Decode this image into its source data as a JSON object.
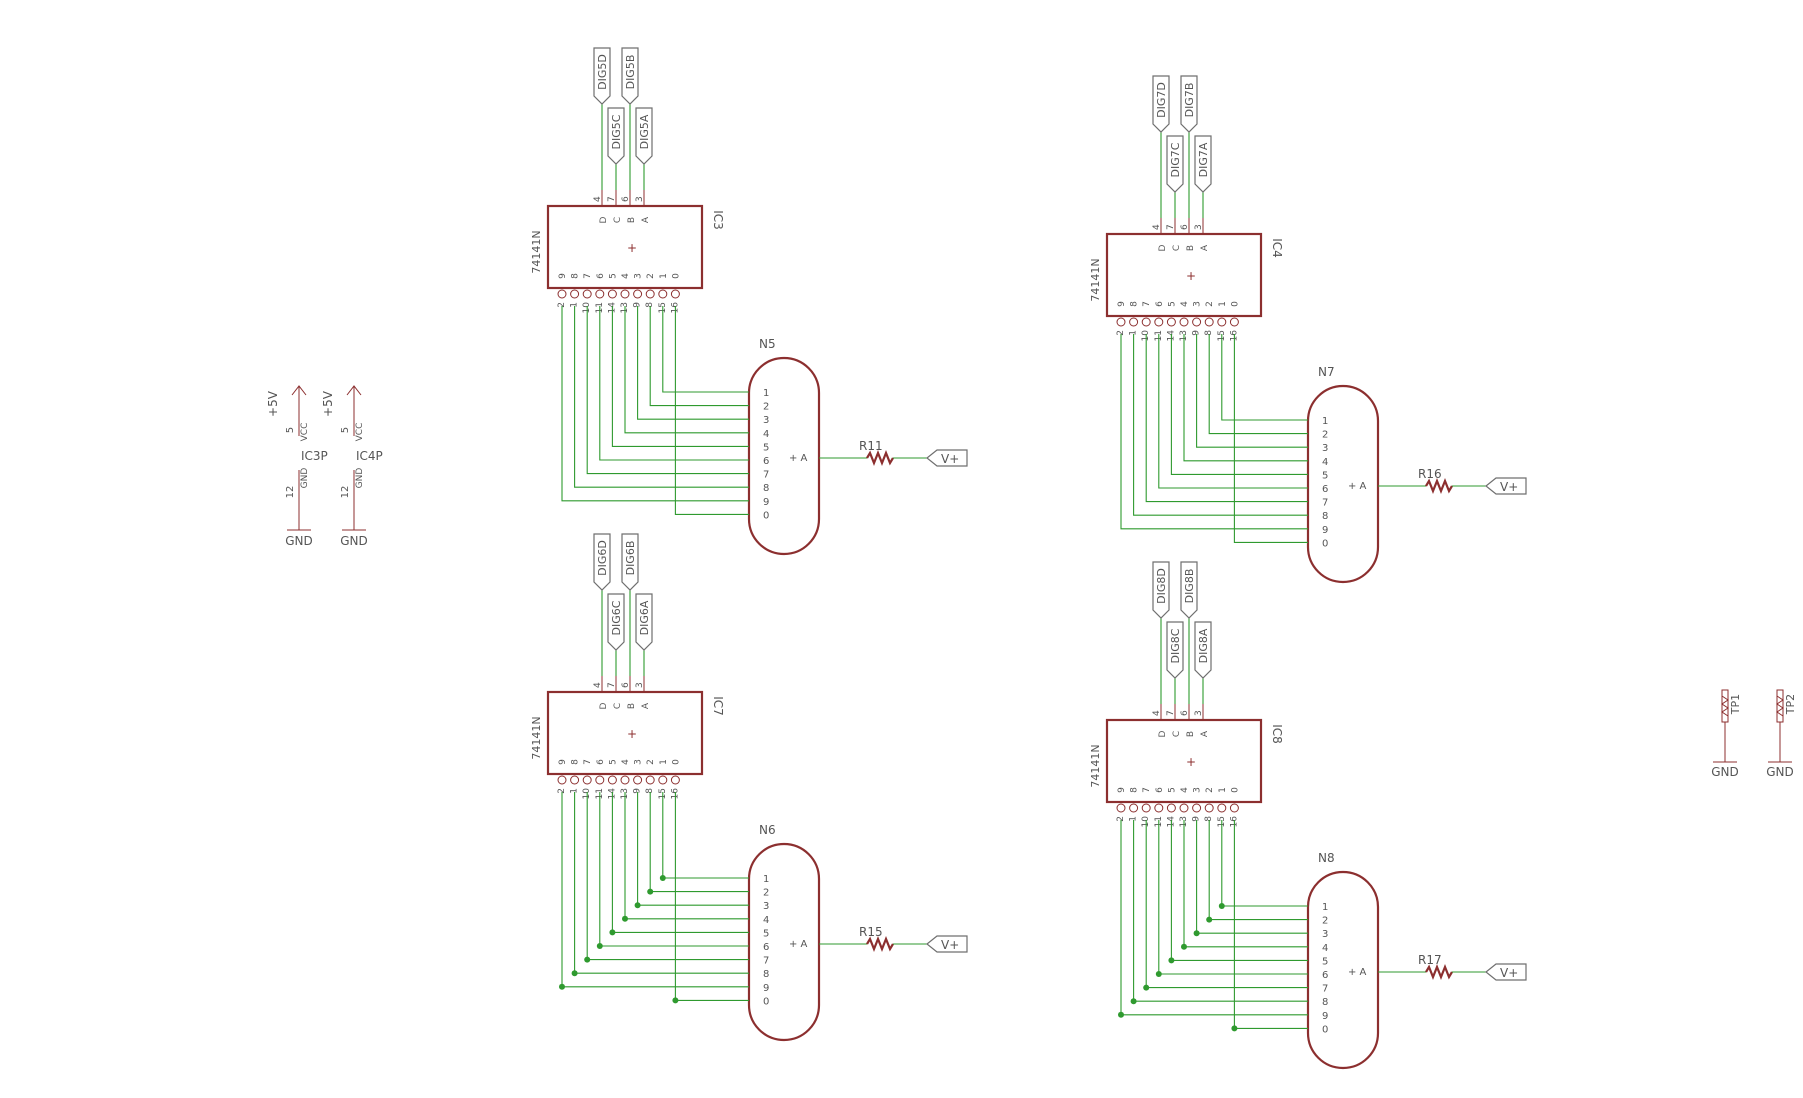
{
  "palette": {
    "component": "#8c2f2f",
    "wire": "#2f9a2f",
    "label_outline": "#6f6f6f",
    "text": "#555555",
    "background": "#ffffff"
  },
  "ic_labels": {
    "part": "74141N",
    "top_pin_numbers": [
      "4",
      "7",
      "6",
      "3"
    ],
    "top_pin_names": [
      "D",
      "C",
      "B",
      "A"
    ],
    "bottom_pin_names": [
      "9",
      "8",
      "7",
      "6",
      "5",
      "4",
      "3",
      "2",
      "1",
      "0"
    ],
    "bottom_pin_numbers": [
      "2",
      "1",
      "10",
      "11",
      "14",
      "13",
      "9",
      "8",
      "15",
      "16"
    ],
    "center_mark": "+"
  },
  "nixie_labels": {
    "pins": [
      "1",
      "2",
      "3",
      "4",
      "5",
      "6",
      "7",
      "8",
      "9",
      "0"
    ],
    "anode": "+ A"
  },
  "groups": [
    {
      "ic_ref": "IC3",
      "nixie_ref": "N5",
      "resistor_ref": "R11",
      "supply": "V+",
      "net_labels": [
        "DIG5D",
        "DIG5C",
        "DIG5B",
        "DIG5A"
      ],
      "junction_dots": false
    },
    {
      "ic_ref": "IC7",
      "nixie_ref": "N6",
      "resistor_ref": "R15",
      "supply": "V+",
      "net_labels": [
        "DIG6D",
        "DIG6C",
        "DIG6B",
        "DIG6A"
      ],
      "junction_dots": true
    },
    {
      "ic_ref": "IC4",
      "nixie_ref": "N7",
      "resistor_ref": "R16",
      "supply": "V+",
      "net_labels": [
        "DIG7D",
        "DIG7C",
        "DIG7B",
        "DIG7A"
      ],
      "junction_dots": false
    },
    {
      "ic_ref": "IC8",
      "nixie_ref": "N8",
      "resistor_ref": "R17",
      "supply": "V+",
      "net_labels": [
        "DIG8D",
        "DIG8C",
        "DIG8B",
        "DIG8A"
      ],
      "junction_dots": true
    }
  ],
  "power_symbols": [
    {
      "ref": "IC3P",
      "supply": "+5V",
      "vcc": "VCC",
      "gnd_pin_name": "GND",
      "vcc_pin": "5",
      "gnd_pin": "12",
      "ground": "GND"
    },
    {
      "ref": "IC4P",
      "supply": "+5V",
      "vcc": "VCC",
      "gnd_pin_name": "GND",
      "vcc_pin": "5",
      "gnd_pin": "12",
      "ground": "GND"
    }
  ],
  "test_points": [
    {
      "ref": "TP1",
      "ground": "GND"
    },
    {
      "ref": "TP2",
      "ground": "GND"
    }
  ]
}
